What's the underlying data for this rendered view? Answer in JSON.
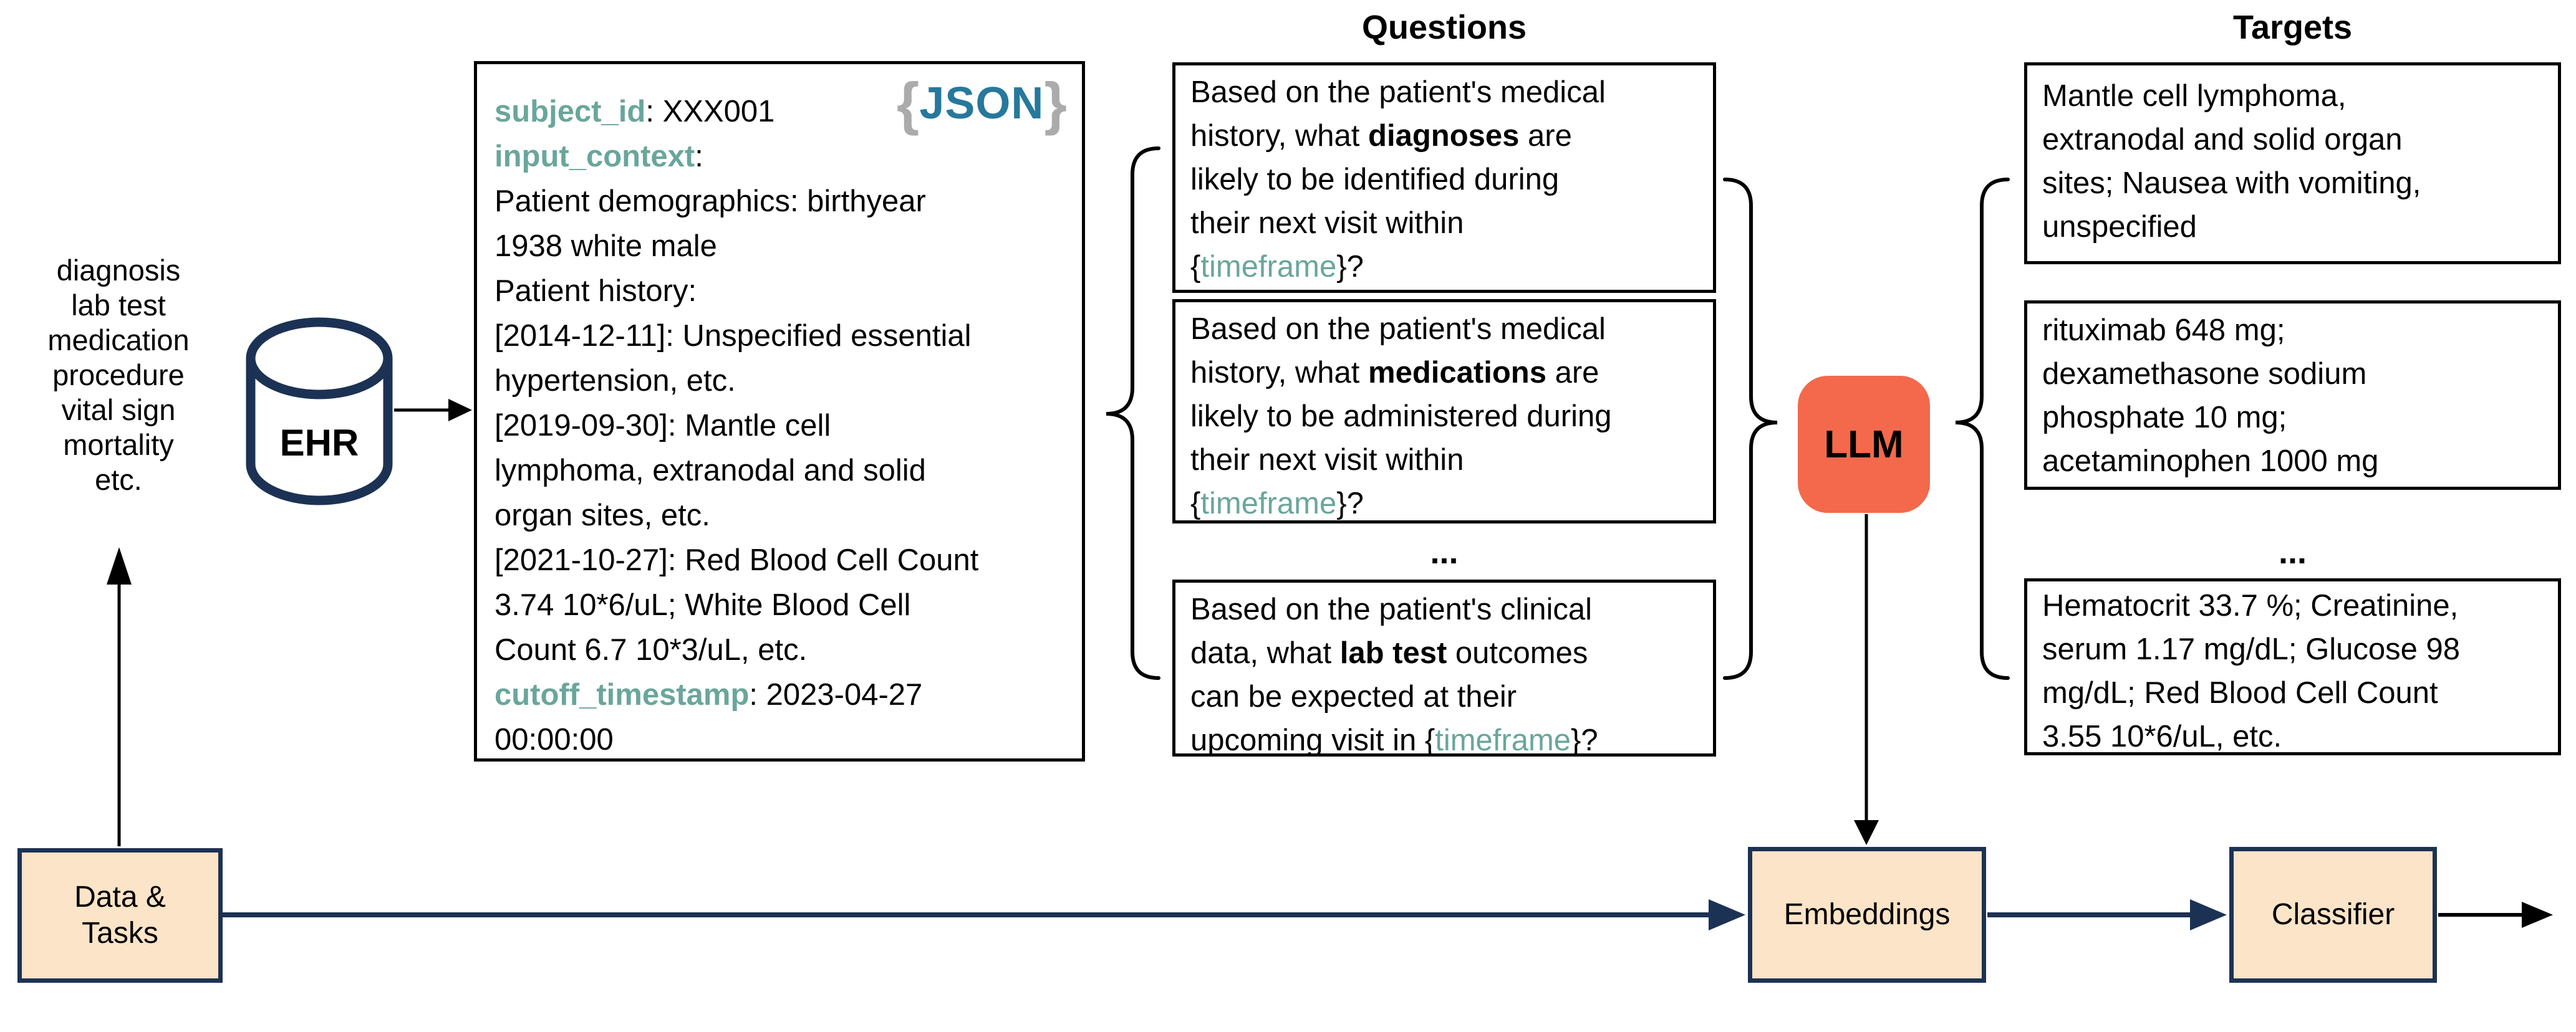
{
  "colors": {
    "key_teal": "#6AA69B",
    "json_word": "#26799C",
    "logo_brace_gray": "#ABABAB",
    "llm_orange": "#F4694B",
    "box_peach": "#FBE4C7",
    "navy": "#1C3254",
    "black": "#000000"
  },
  "left_list": {
    "items": [
      "diagnosis",
      "lab test",
      "medication",
      "procedure",
      "vital sign",
      "mortality",
      "etc."
    ]
  },
  "ehr": {
    "label": "EHR"
  },
  "json_box": {
    "logo": {
      "open": "{",
      "word": "JSON",
      "close": "}"
    },
    "lines": [
      [
        {
          "t": "subject_id",
          "s": "k"
        },
        {
          "t": ": XXX001"
        }
      ],
      [
        {
          "t": "input_context",
          "s": "k"
        },
        {
          "t": ":"
        }
      ],
      "Patient demographics: birthyear",
      "1938 white male",
      "Patient history:",
      "[2014-12-11]: Unspecified essential",
      "hypertension, etc.",
      "[2019-09-30]: Mantle cell",
      "lymphoma, extranodal and solid",
      "organ sites, etc.",
      "[2021-10-27]: Red Blood Cell Count",
      "3.74 10*6/uL; White Blood Cell",
      "Count 6.7 10*3/uL, etc.",
      [
        {
          "t": "cutoff_timestamp",
          "s": "k"
        },
        {
          "t": ": 2023-04-27"
        }
      ],
      "00:00:00"
    ]
  },
  "questions": {
    "header": "Questions",
    "ellipsis": "...",
    "boxes": [
      {
        "lines": [
          "Based on the patient's medical",
          [
            {
              "t": "history, what "
            },
            {
              "t": "diagnoses",
              "s": "b"
            },
            {
              "t": " are"
            }
          ],
          "likely to be identified during",
          "their next visit within",
          [
            {
              "t": "{"
            },
            {
              "t": "timeframe",
              "s": "t"
            },
            {
              "t": "}?"
            }
          ]
        ]
      },
      {
        "lines": [
          "Based on the patient's medical",
          [
            {
              "t": "history, what "
            },
            {
              "t": "medications",
              "s": "b"
            },
            {
              "t": " are"
            }
          ],
          "likely to be administered during",
          "their next visit within",
          [
            {
              "t": "{"
            },
            {
              "t": "timeframe",
              "s": "t"
            },
            {
              "t": "}?"
            }
          ]
        ]
      },
      {
        "lines": [
          "Based on the patient's clinical",
          [
            {
              "t": "data, what "
            },
            {
              "t": "lab test",
              "s": "b"
            },
            {
              "t": " outcomes"
            }
          ],
          "can be expected at their",
          [
            {
              "t": "upcoming visit in {"
            },
            {
              "t": "timeframe",
              "s": "t"
            },
            {
              "t": "}?"
            }
          ]
        ]
      }
    ]
  },
  "llm": {
    "label": "LLM"
  },
  "targets": {
    "header": "Targets",
    "ellipsis": "...",
    "boxes": [
      {
        "lines": [
          "Mantle cell lymphoma,",
          "extranodal and solid organ",
          "sites; Nausea with vomiting,",
          "unspecified"
        ]
      },
      {
        "lines": [
          "rituximab 648 mg;",
          "dexamethasone sodium",
          "phosphate 10 mg;",
          "acetaminophen 1000 mg"
        ]
      },
      {
        "lines": [
          "Hematocrit 33.7 %; Creatinine,",
          "serum 1.17 mg/dL; Glucose 98",
          "mg/dL; Red Blood Cell Count",
          "3.55 10*6/uL, etc."
        ]
      }
    ]
  },
  "pipeline": {
    "data_tasks_lines": [
      "Data &",
      "Tasks"
    ],
    "embeddings": "Embeddings",
    "classifier": "Classifier"
  }
}
